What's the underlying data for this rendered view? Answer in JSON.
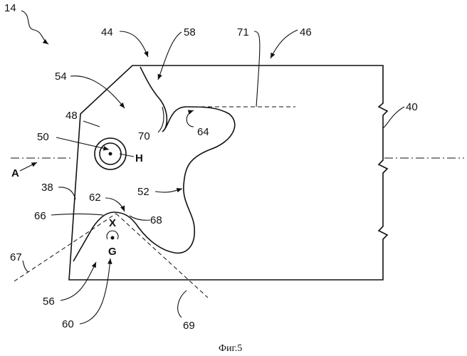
{
  "figure": {
    "caption": "Фиг.5",
    "labels": {
      "l14": "14",
      "l44": "44",
      "l58": "58",
      "l71": "71",
      "l46": "46",
      "l54": "54",
      "l48": "48",
      "l40": "40",
      "l50": "50",
      "lH": "H",
      "l70": "70",
      "l64": "64",
      "lA": "A",
      "l38": "38",
      "l52": "52",
      "l62": "62",
      "l66": "66",
      "l68": "68",
      "lX": "X",
      "lG": "G",
      "l67": "67",
      "l56": "56",
      "l60": "60",
      "l69": "69"
    }
  }
}
